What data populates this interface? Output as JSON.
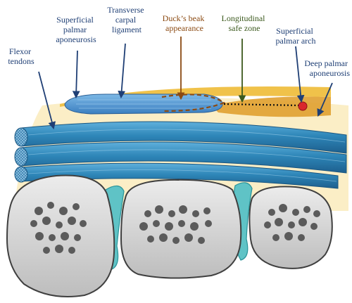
{
  "labels": {
    "flexor_tendons": [
      "Flexor",
      "tendons"
    ],
    "superficial_palmar_aponeurosis": [
      "Superficial",
      "palmar",
      "aponeurosis"
    ],
    "transverse_carpal_ligament": [
      "Transverse",
      "carpal",
      "ligament"
    ],
    "ducks_beak": [
      "Duck’s beak",
      "appearance"
    ],
    "longitudinal_safe_zone": [
      "Longitudinal",
      "safe zone"
    ],
    "superficial_palmar_arch": [
      "Superficial",
      "palmar arch"
    ],
    "deep_palmar_aponeurosis": [
      "Deep palmar",
      "aponeurosis"
    ]
  },
  "colors": {
    "label_blue": "#1f3f75",
    "ducks_beak": "#8b4a12",
    "safe_zone": "#3c5a1e",
    "tendon": "#2e86b8",
    "ligament": "#4a90d0",
    "aponeurosis": "#e8b13a",
    "bone": "#d6d6d6",
    "bone_pores": "#5b5b5b",
    "cartilage": "#5fc3c6",
    "fat": "#fbeec6",
    "arch": "#d9262c"
  }
}
